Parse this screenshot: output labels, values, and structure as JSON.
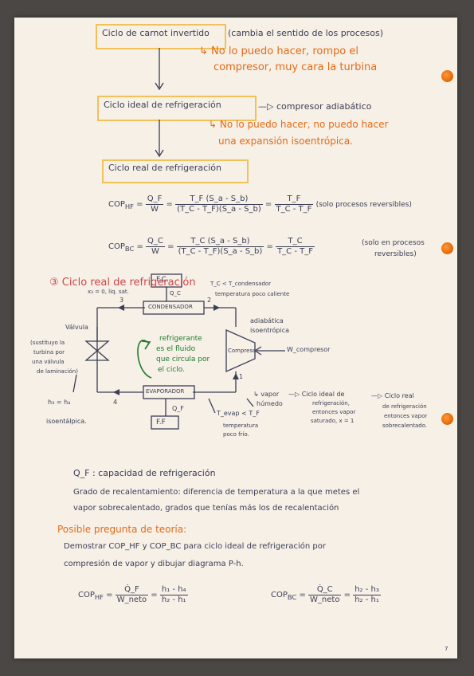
{
  "colors": {
    "ink": "#3b3f57",
    "accent": "#e56a17",
    "heading": "#d0454a",
    "note": "#1f7a2e",
    "highlight": "#f1c15a",
    "hole": "#e16500"
  },
  "flow": {
    "box1": "Ciclo de carnot invertido",
    "box1_note": "(cambia el sentido de los procesos)",
    "box1_comment_1": "↳ No lo puedo hacer, rompo el",
    "box1_comment_2": "compresor, muy cara la turbina",
    "box2": "Ciclo ideal de refrigeración",
    "box2_note": "—▷ compresor adiabático",
    "box2_comment_1": "↳ No lo puedo hacer, no puedo hacer",
    "box2_comment_2": "una expansión isoentrópica.",
    "box3": "Ciclo real de refrigeración"
  },
  "equations": {
    "cop_hf_lhs": "COP",
    "cop_hf_sub": "HF",
    "cop_hf_frac1_num": "Q_F",
    "cop_hf_frac1_den": "W",
    "cop_hf_frac2_num": "T_F (S_a - S_b)",
    "cop_hf_frac2_den": "(T_C - T_F)(S_a - S_b)",
    "cop_hf_frac3_num": "T_F",
    "cop_hf_frac3_den": "T_C - T_F",
    "cop_hf_note": "(solo procesos reversibles)",
    "cop_bc_lhs": "COP",
    "cop_bc_sub": "BC",
    "cop_bc_frac1_num": "Q_C",
    "cop_bc_frac1_den": "W",
    "cop_bc_frac2_num": "T_C (S_a - S_b)",
    "cop_bc_frac2_den": "(T_C - T_F)(S_a - S_b)",
    "cop_bc_frac3_num": "T_C",
    "cop_bc_frac3_den": "T_C - T_F",
    "cop_bc_note_1": "(solo en procesos",
    "cop_bc_note_2": "reversibles)"
  },
  "section3": {
    "heading": "③ Ciclo real de refrigeración",
    "fc": "F.C.",
    "fc_label": "Q_C",
    "state3_note": "x₃ = 0, liq. sat.",
    "state_3": "3",
    "state_2": "2",
    "state_1": "1",
    "state_4": "4",
    "tc_note_1": "T_C < T_condensador",
    "tc_note_2": "temperatura poco caliente",
    "condenser": "CONDENSADOR",
    "valve": "Válvula",
    "valve_note_1": "(sustituyo la",
    "valve_note_2": "turbina por",
    "valve_note_3": "una válvula",
    "valve_note_4": "de laminación)",
    "green_1": "refrigerante",
    "green_2": "es el fluido",
    "green_3": "que circula por",
    "green_4": "el ciclo.",
    "adiabatic_1": "adiabática",
    "adiabatic_2": "isoentrópica",
    "compressor": "Compresor",
    "w_compressor": "W_compresor",
    "evaporator": "EVAPORADOR",
    "qf": "Q_F",
    "ff": "F.F",
    "h3h4": "h₃ = h₄",
    "isoenthalpic": "isoentálpica.",
    "tevap": "T_evap < T_F",
    "tevap_note_1": "temperatura",
    "tevap_note_2": "poco frío.",
    "vapor_1": "↳ vapor",
    "vapor_2": "húmedo",
    "ideal_1": "—▷ Ciclo ideal de",
    "ideal_2": "refrigeración,",
    "ideal_3": "entonces vapor",
    "ideal_4": "saturado, x = 1",
    "real_1": "—▷ Ciclo real",
    "real_2": "de refrigeración",
    "real_3": "entonces vapor",
    "real_4": "sobrecalentado."
  },
  "notes": {
    "qf_def": "Q_F : capacidad de refrigeración",
    "grado_1": "Grado de recalentamiento: diferencia de temperatura a la que metes el",
    "grado_2": "vapor sobrecalentado, grados que tenías más los de recalentación",
    "pregunta": "Posible pregunta de teoría:",
    "demo_1": "Demostrar COP_HF y COP_BC para ciclo ideal de refrigeración por",
    "demo_2": "compresión de vapor y dibujar diagrama P-h.",
    "f1_lhs": "COP",
    "f1_sub": "HF",
    "f1_frac1_num": "Q̇_F",
    "f1_frac1_den": "Ẇ_neto",
    "f1_frac2_num": "h₁ - h₄",
    "f1_frac2_den": "h₂ - h₁",
    "f2_lhs": "COP",
    "f2_sub": "BC",
    "f2_frac1_num": "Q̇_C",
    "f2_frac1_den": "Ẇ_neto",
    "f2_frac2_num": "h₂ - h₃",
    "f2_frac2_den": "h₂ - h₁"
  },
  "page_number": "7"
}
